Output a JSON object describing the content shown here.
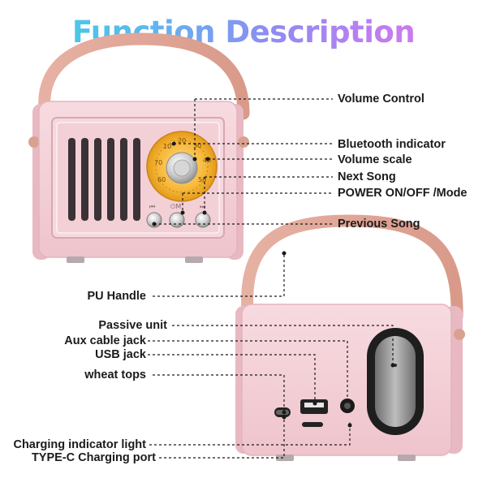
{
  "title": "Function Description",
  "front_labels": {
    "volume_control": "Volume  Control",
    "bluetooth_indicator": "Bluetooth indicator",
    "volume_scale": "Volume scale",
    "next_song": "Next Song",
    "power_mode": "POWER ON/OFF /Mode",
    "previous_song": "Previous Song"
  },
  "back_labels": {
    "pu_handle": "PU Handle",
    "passive_unit": "Passive unit",
    "aux_jack": "Aux cable jack",
    "usb_jack": "USB jack",
    "wheat_tops": "wheat tops",
    "charging_light": "Charging indicator light",
    "typec_port": "TYPE-C Charging port"
  },
  "dial_numbers": [
    "10",
    "20",
    "30",
    "40",
    "50",
    "60",
    "70"
  ],
  "colors": {
    "body_pink": "#f3cfd6",
    "handle": "#e3a99a",
    "dial_gold": "#f6b637"
  }
}
